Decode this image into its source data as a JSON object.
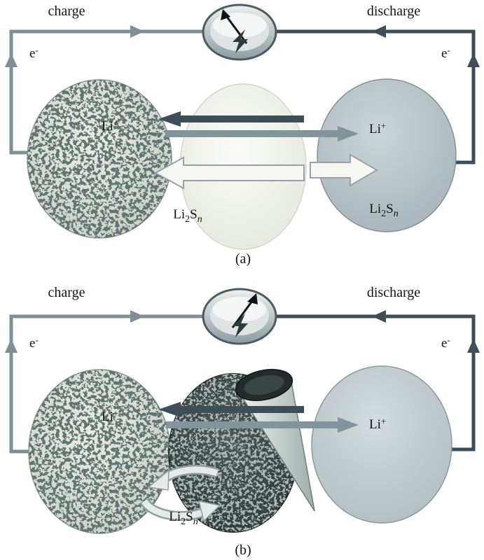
{
  "figure": {
    "background": "#ffffff"
  },
  "colors": {
    "wire_light": "#7f8f97",
    "wire_dark": "#3e4e59",
    "arrow_dark": "#3e4e58",
    "arrow_gray": "#82949c",
    "outline_arrow_fill": "#f6f7f2",
    "outline_arrow_stroke": "#98a4a4",
    "cycle_arrow_fill": "#e4ebe9",
    "cycle_arrow_stroke": "#8fa0a0"
  },
  "panels": [
    {
      "caption": "(a)",
      "charge_label": "charge",
      "discharge_label": "discharge",
      "electron": {
        "base": "e",
        "sup": "-"
      },
      "li_ion": {
        "base": "Li",
        "sup": "+"
      },
      "polysulfide": {
        "li": "Li",
        "sub_2": "2",
        "s": "S",
        "sub_n": "n"
      }
    },
    {
      "caption": "(b)",
      "charge_label": "charge",
      "discharge_label": "discharge",
      "electron": {
        "base": "e",
        "sup": "-"
      },
      "li_ion": {
        "base": "Li",
        "sup": "+"
      },
      "polysulfide": {
        "li": "Li",
        "sub_2": "2",
        "s": "S",
        "sub_n": "n"
      }
    }
  ]
}
